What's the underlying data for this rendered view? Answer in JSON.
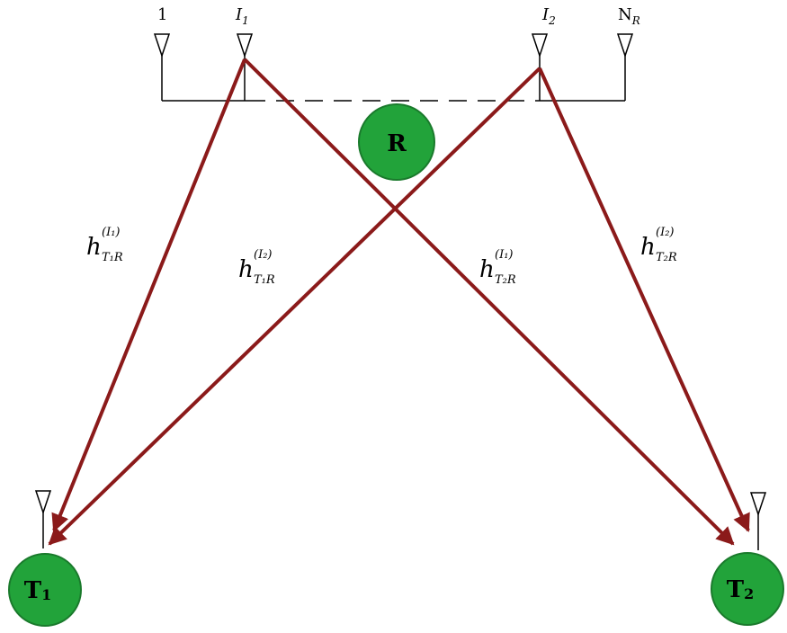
{
  "colors": {
    "link": "#8b1a1a",
    "node_fill": "#22a33a",
    "node_stroke": "#1a7a2c",
    "antenna": "#000000"
  },
  "antennas": {
    "a1": "1",
    "ai1": {
      "main": "I",
      "sub": "1"
    },
    "ai2": {
      "main": "I",
      "sub": "2"
    },
    "anr": {
      "main": "N",
      "sub": "R"
    }
  },
  "nodes": {
    "relay": "R",
    "t1": {
      "main": "T",
      "sub": "1"
    },
    "t2": {
      "main": "T",
      "sub": "2"
    }
  },
  "channels": {
    "h_t1_i1": {
      "base": "h",
      "sup": "(I₁)",
      "sub": "T₁R"
    },
    "h_t1_i2": {
      "base": "h",
      "sup": "(I₂)",
      "sub": "T₁R"
    },
    "h_t2_i1": {
      "base": "h",
      "sup": "(I₁)",
      "sub": "T₂R"
    },
    "h_t2_i2": {
      "base": "h",
      "sup": "(I₂)",
      "sub": "T₂R"
    }
  }
}
